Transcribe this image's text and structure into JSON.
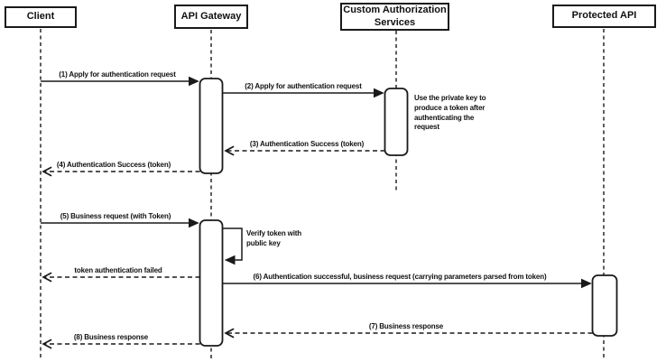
{
  "diagram": {
    "type": "sequence-diagram",
    "colors": {
      "line": "#1a1a1a",
      "background": "#ffffff",
      "shape_fill": "#ffffff"
    },
    "participants": [
      {
        "id": "client",
        "label": "Client"
      },
      {
        "id": "api-gateway",
        "label": "API Gateway"
      },
      {
        "id": "custom-authorization-services",
        "label": "Custom Authorization Services"
      },
      {
        "id": "protected-api",
        "label": "Protected API"
      }
    ],
    "messages": [
      {
        "label": "(1) Apply for authentication request",
        "from": "Client",
        "to": "API Gateway",
        "line": "solid"
      },
      {
        "label": "(2) Apply for authentication request",
        "from": "API Gateway",
        "to": "Custom Authorization Services",
        "line": "solid"
      },
      {
        "label": "(3) Authentication Success (token)",
        "from": "Custom Authorization Services",
        "to": "API Gateway",
        "line": "dashed"
      },
      {
        "label": "(4) Authentication Success (token)",
        "from": "API Gateway",
        "to": "Client",
        "line": "dashed"
      },
      {
        "label": "(5) Business request (with Token)",
        "from": "Client",
        "to": "API Gateway",
        "line": "solid"
      },
      {
        "label": "Verify token with public key",
        "from": "API Gateway",
        "to": "API Gateway",
        "line": "solid",
        "self": true
      },
      {
        "label": "token authentication failed",
        "from": "API Gateway",
        "to": "Client",
        "line": "dashed"
      },
      {
        "label": "(6) Authentication successful, business request (carrying parameters parsed from token)",
        "from": "API Gateway",
        "to": "Protected API",
        "line": "solid"
      },
      {
        "label": "(7) Business response",
        "from": "Protected API",
        "to": "API Gateway",
        "line": "dashed"
      },
      {
        "label": "(8) Business response",
        "from": "API Gateway",
        "to": "Client",
        "line": "dashed"
      }
    ],
    "note": {
      "text": "Use the private key to produce a token after authenticating the request",
      "attached_to": "Custom Authorization Services"
    }
  }
}
